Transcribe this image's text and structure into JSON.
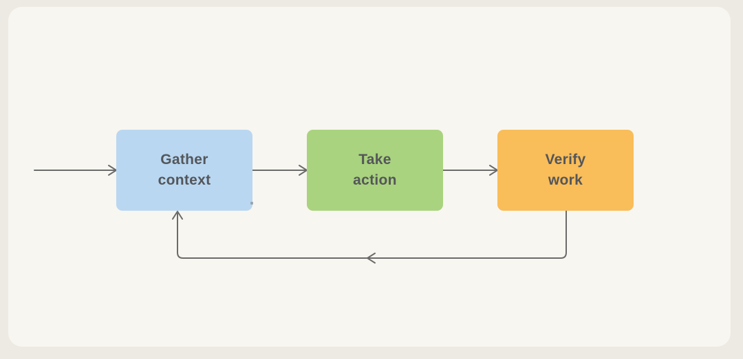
{
  "diagram": {
    "type": "flowchart",
    "nodes": [
      {
        "id": "gather-context",
        "label": "Gather context",
        "fill": "#b9d7f1"
      },
      {
        "id": "take-action",
        "label": "Take action",
        "fill": "#a9d37e"
      },
      {
        "id": "verify-work",
        "label": "Verify work",
        "fill": "#f9bd59"
      }
    ],
    "edges": [
      {
        "from": "start",
        "to": "gather-context",
        "type": "arrow"
      },
      {
        "from": "gather-context",
        "to": "take-action",
        "type": "arrow"
      },
      {
        "from": "take-action",
        "to": "verify-work",
        "type": "arrow"
      },
      {
        "from": "verify-work",
        "to": "gather-context",
        "type": "feedback-loop"
      }
    ],
    "colors": {
      "outer_background": "#edeae3",
      "canvas_background": "#f8f6f0",
      "line": "#6a6a6a",
      "text": "#54565a"
    }
  }
}
